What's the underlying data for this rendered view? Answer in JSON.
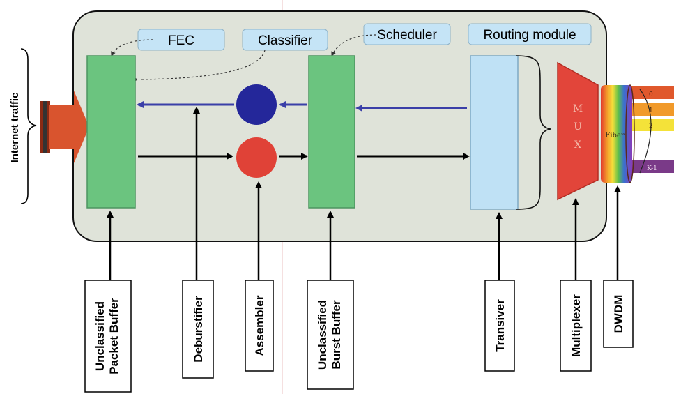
{
  "diagram": {
    "side_label": "Internet traffic",
    "modules": {
      "fec": "FEC",
      "classifier": "Classifier",
      "scheduler": "Scheduler",
      "routing": "Routing module"
    },
    "mux": {
      "letters": [
        "M",
        "U",
        "X"
      ]
    },
    "fiber": {
      "label": "Fiber",
      "channels": [
        "0",
        "1",
        "2",
        "K-1"
      ]
    },
    "components": {
      "unclassified_packet_buffer": [
        "Unclassified",
        "Packet Buffer"
      ],
      "deburstifier": [
        "Deburstifier"
      ],
      "assembler": [
        "Assembler"
      ],
      "unclassified_burst_buffer": [
        "Unclassified",
        "Burst Buffer"
      ],
      "transiver": [
        "Transiver"
      ],
      "multiplexer": [
        "Multiplexer"
      ],
      "dwdm": [
        "DWDM"
      ]
    },
    "colors": {
      "panel": "#dfe3d9",
      "buffer": "#6bc47f",
      "transceiver": "#bfe1f5",
      "module_box": "#c5e4f6",
      "mux": "#e2453a",
      "deburst_circle": "#24279a",
      "assembler_circle": "#e04237",
      "rx_arrow": "#3a3fa8",
      "traffic_arrow": "#d9542e"
    }
  }
}
